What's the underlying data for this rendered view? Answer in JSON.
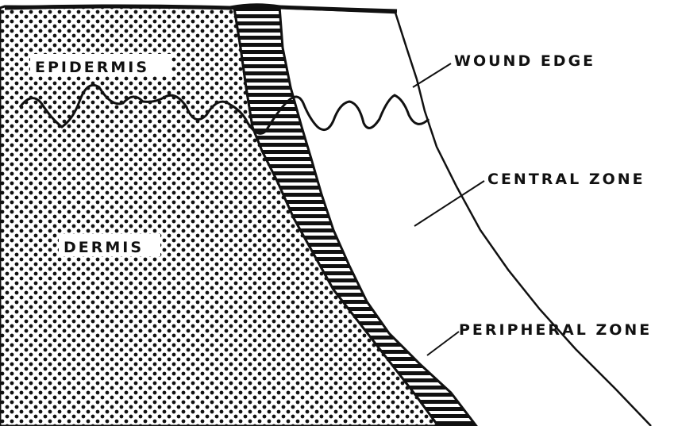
{
  "labels": {
    "epidermis": "EPIDERMIS",
    "dermis": "DERMIS",
    "wound_edge": "WOUND EDGE",
    "central_zone": "CENTRAL ZONE",
    "peripheral_zone": "PERIPHERAL ZONE"
  },
  "colors": {
    "ink": "#111111",
    "background": "#ffffff"
  }
}
